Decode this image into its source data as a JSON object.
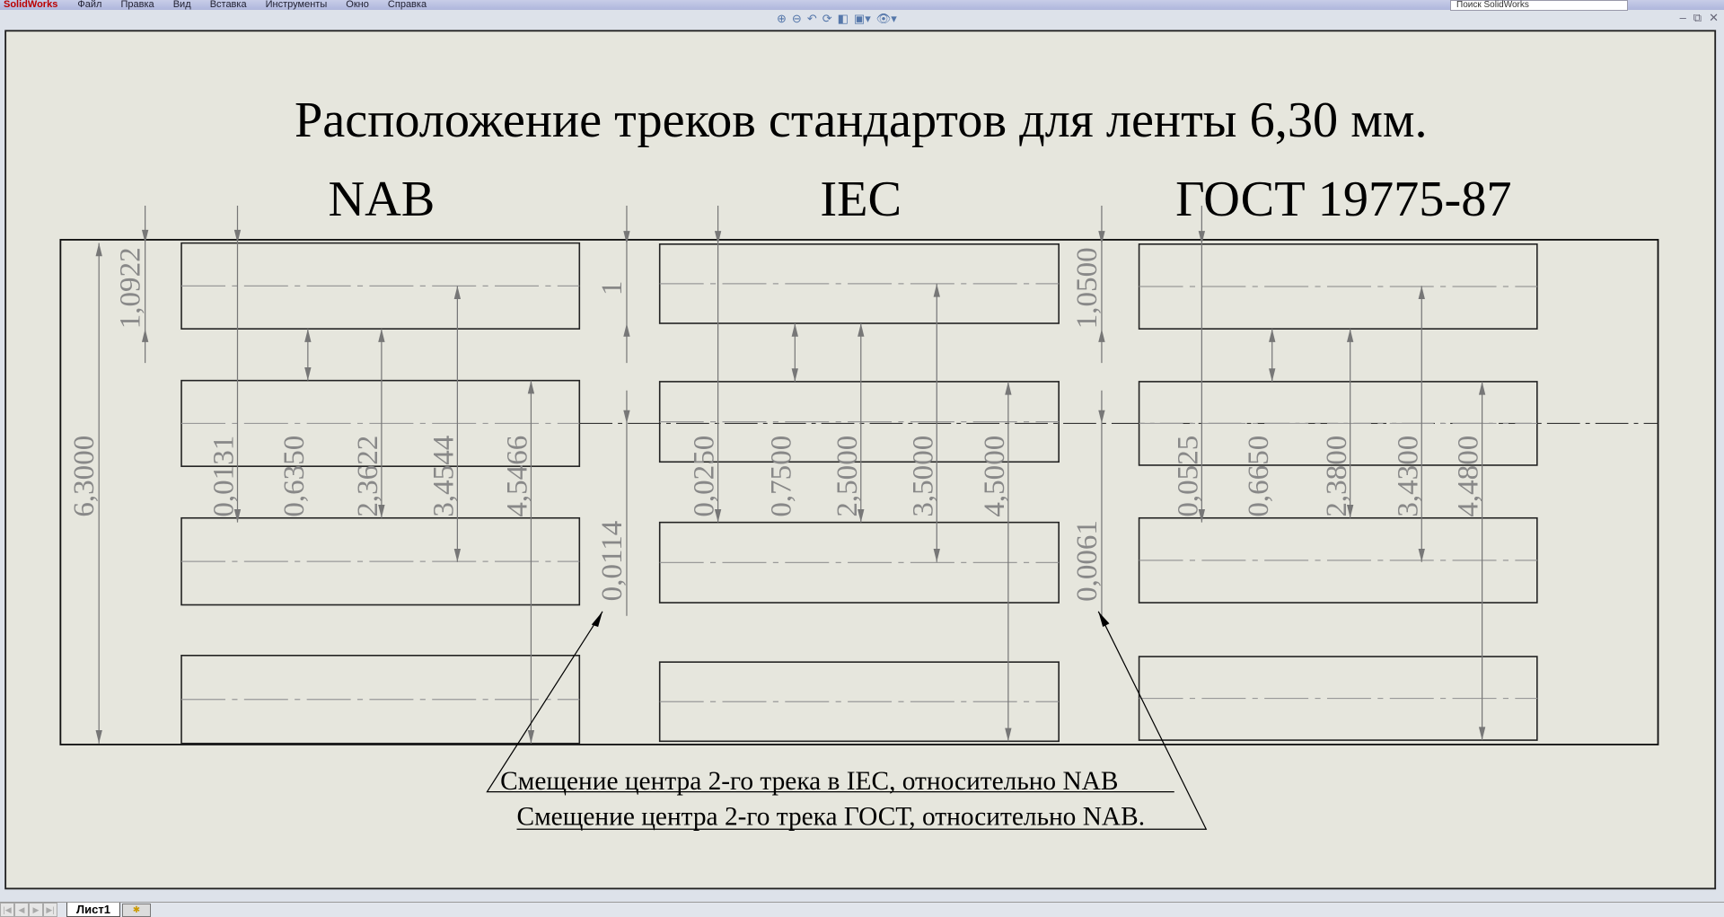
{
  "app": {
    "brand": "SolidWorks",
    "search_placeholder": "Поиск SolidWorks"
  },
  "menu": [
    "Файл",
    "Правка",
    "Вид",
    "Вставка",
    "Инструменты",
    "Окно",
    "Справка"
  ],
  "view_toolbar": [
    "zoom-fit-icon",
    "zoom-area-icon",
    "previous-view-icon",
    "redraw-icon",
    "3d-section-icon",
    "display-style-icon",
    "hide-show-icon"
  ],
  "window_controls": {
    "minimize": "–",
    "restore": "⧉",
    "close": "✕"
  },
  "drawing": {
    "title": "Расположение треков стандартов для ленты 6,30 мм.",
    "standards": [
      {
        "name": "NAB",
        "dims": [
          "0,0131",
          "0,6350",
          "2,3622",
          "3,4544",
          "4,5466"
        ],
        "track_width": "1,0922",
        "total_width": "6,3000"
      },
      {
        "name": "IEC",
        "dims": [
          "0,0250",
          "0,7500",
          "2,5000",
          "3,5000",
          "4,5000"
        ],
        "track_width": "1",
        "offset": "0,0114"
      },
      {
        "name": "ГОСТ 19775-87",
        "dims": [
          "0,0525",
          "0,6650",
          "2,3800",
          "3,4300",
          "4,4800"
        ],
        "track_width": "1,0500",
        "offset": "0,0061"
      }
    ],
    "notes": [
      "Смещение центра 2-го трека в IEC, относительно NAB",
      "Смещение центра 2-го трека ГОСТ, относительно NAB."
    ]
  },
  "sheet_tabs": {
    "active": "Лист1",
    "nav": [
      "|◀",
      "◀",
      "▶",
      "▶|"
    ]
  }
}
